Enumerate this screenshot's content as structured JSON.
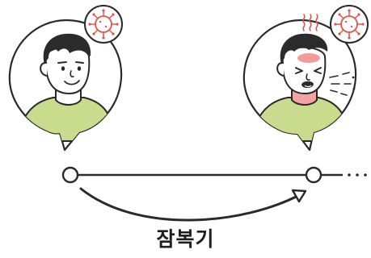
{
  "caption": "잠복기",
  "colors": {
    "ink": "#2a2a2a",
    "shirt": "#c9dc8e",
    "skin": "#ffffff",
    "hair": "#2b2b2b",
    "virus": "#e0574f",
    "fever": "#f08a8a",
    "throat": "#f4a3a3"
  },
  "panels": [
    {
      "state": "healthy",
      "icon": "virus-icon"
    },
    {
      "state": "sick",
      "icon": "virus-icon"
    }
  ]
}
